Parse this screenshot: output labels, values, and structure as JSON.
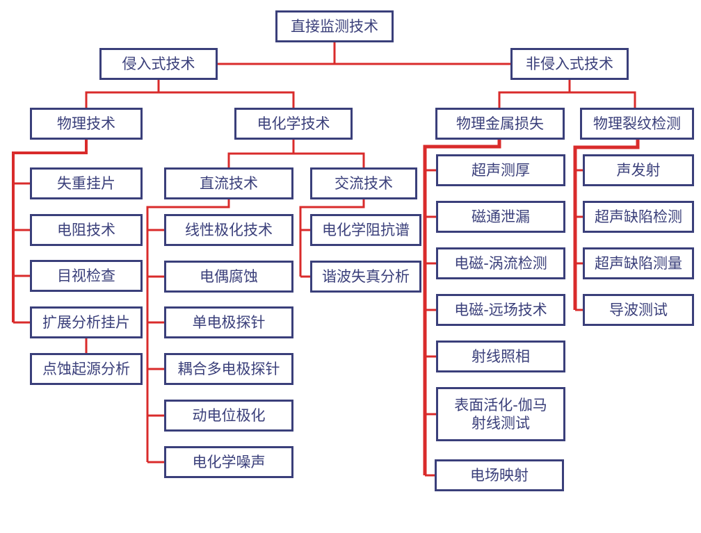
{
  "diagram": {
    "title": "直接监测技术",
    "line_color": "#d92b2b",
    "box_color": "#3a3f7a",
    "nodes": {
      "root": "直接监测技术",
      "invasive": "侵入式技术",
      "noninvasive": "非侵入式技术",
      "phys": "物理技术",
      "echem": "电化学技术",
      "metal_loss": "物理金属损失",
      "crack": "物理裂纹检测",
      "dc": "直流技术",
      "ac": "交流技术",
      "phys_items": [
        "失重挂片",
        "电阻技术",
        "目视检查",
        "扩展分析挂片"
      ],
      "pit": "点蚀起源分析",
      "dc_items": [
        "线性极化技术",
        "电偶腐蚀",
        "单电极探针",
        "耦合多电极探针",
        "动电位极化",
        "电化学噪声"
      ],
      "ac_items": [
        "电化学阻抗谱",
        "谐波失真分析"
      ],
      "metal_items": [
        "超声测厚",
        "磁通泄漏",
        "电磁-涡流检测",
        "电磁-远场技术",
        "射线照相",
        "表面活化-伽马\n射线测试",
        "电场映射"
      ],
      "crack_items": [
        "声发射",
        "超声缺陷检测",
        "超声缺陷测量",
        "导波测试"
      ]
    }
  }
}
